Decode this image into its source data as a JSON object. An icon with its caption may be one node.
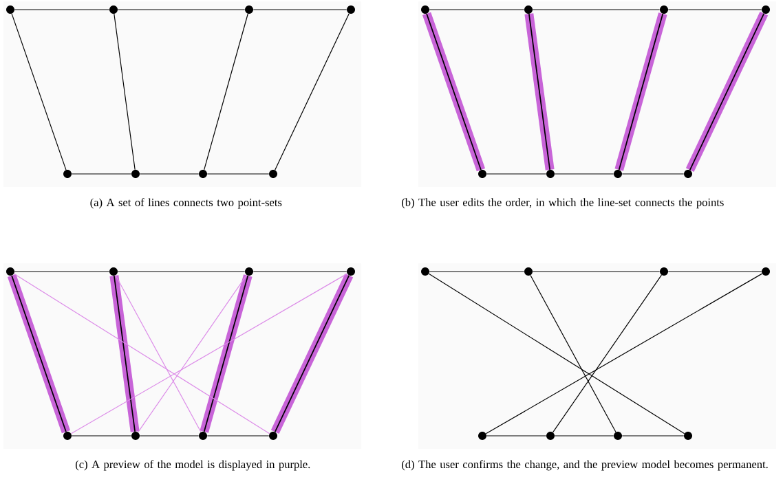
{
  "diagram": {
    "nodes": [
      {
        "text": [],
        "shape": "circle"
      },
      {
        "text": [],
        "shape": "circle"
      },
      {
        "text": [],
        "shape": "circle"
      },
      {
        "text": [],
        "shape": "circle"
      },
      {
        "text": [],
        "shape": "circle"
      },
      {
        "text": [],
        "shape": "circle"
      },
      {
        "text": [],
        "shape": "circle"
      },
      {
        "text": [],
        "shape": "circle"
      },
      {
        "text": [],
        "shape": "circle"
      },
      {
        "text": [],
        "shape": "circle"
      },
      {
        "text": [],
        "shape": "circle"
      },
      {
        "text": [],
        "shape": "circle"
      },
      {
        "text": [],
        "shape": "circle"
      },
      {
        "text": [],
        "shape": "circle"
      },
      {
        "text": [],
        "shape": "circle"
      },
      {
        "text": [],
        "shape": "circle"
      },
      {
        "text": [],
        "shape": "circle"
      },
      {
        "text": [],
        "shape": "circle"
      },
      {
        "text": [],
        "shape": "circle"
      },
      {
        "text": [],
        "shape": "circle"
      },
      {
        "text": [],
        "shape": "circle"
      },
      {
        "text": [],
        "shape": "circle"
      },
      {
        "text": [],
        "shape": "circle"
      },
      {
        "text": [],
        "shape": "circle"
      },
      {
        "text": [],
        "shape": "circle"
      },
      {
        "text": [],
        "shape": "circle"
      },
      {
        "text": [],
        "shape": "circle"
      },
      {
        "text": [],
        "shape": "circle"
      },
      {
        "text": [],
        "shape": "circle"
      },
      {
        "text": [],
        "shape": "circle"
      },
      {
        "text": [],
        "shape": "circle"
      },
      {
        "text": [],
        "shape": "circle"
      }
    ],
    "edges": [
      {
        "from": 0,
        "to": 1,
        "arrow": "none"
      },
      {
        "from": 1,
        "to": 2,
        "arrow": "none"
      },
      {
        "from": 2,
        "to": 3,
        "arrow": "none"
      },
      {
        "from": 4,
        "to": 5,
        "arrow": "none"
      },
      {
        "from": 5,
        "to": 6,
        "arrow": "none"
      },
      {
        "from": 6,
        "to": 7,
        "arrow": "none"
      },
      {
        "from": 0,
        "to": 4,
        "arrow": "none"
      },
      {
        "from": 1,
        "to": 5,
        "arrow": "none"
      },
      {
        "from": 2,
        "to": 6,
        "arrow": "none"
      },
      {
        "from": 3,
        "to": 7,
        "arrow": "none"
      },
      {
        "from": 8,
        "to": 9,
        "arrow": "none"
      },
      {
        "from": 9,
        "to": 10,
        "arrow": "none"
      },
      {
        "from": 10,
        "to": 11,
        "arrow": "none"
      },
      {
        "from": 12,
        "to": 13,
        "arrow": "none"
      },
      {
        "from": 13,
        "to": 14,
        "arrow": "none"
      },
      {
        "from": 14,
        "to": 15,
        "arrow": "none"
      },
      {
        "from": 8,
        "to": 12,
        "arrow": "none",
        "style": "thick",
        "color": "#c864d8"
      },
      {
        "from": 9,
        "to": 13,
        "arrow": "none",
        "style": "thick",
        "color": "#c864d8"
      },
      {
        "from": 10,
        "to": 14,
        "arrow": "none",
        "style": "thick",
        "color": "#c864d8"
      },
      {
        "from": 11,
        "to": 15,
        "arrow": "none",
        "style": "thick",
        "color": "#c864d8"
      },
      {
        "from": 16,
        "to": 17,
        "arrow": "none"
      },
      {
        "from": 17,
        "to": 18,
        "arrow": "none"
      },
      {
        "from": 18,
        "to": 19,
        "arrow": "none"
      },
      {
        "from": 20,
        "to": 21,
        "arrow": "none"
      },
      {
        "from": 21,
        "to": 22,
        "arrow": "none"
      },
      {
        "from": 22,
        "to": 23,
        "arrow": "none"
      },
      {
        "from": 16,
        "to": 20,
        "arrow": "none",
        "style": "thick",
        "color": "#c864d8"
      },
      {
        "from": 17,
        "to": 21,
        "arrow": "none",
        "style": "thick",
        "color": "#c864d8"
      },
      {
        "from": 18,
        "to": 22,
        "arrow": "none",
        "style": "thick",
        "color": "#c864d8"
      },
      {
        "from": 19,
        "to": 23,
        "arrow": "none",
        "style": "thick",
        "color": "#c864d8"
      },
      {
        "from": 16,
        "to": 23,
        "arrow": "none",
        "color": "#dc8ce8"
      },
      {
        "from": 17,
        "to": 22,
        "arrow": "none",
        "color": "#dc8ce8"
      },
      {
        "from": 18,
        "to": 21,
        "arrow": "none",
        "color": "#dc8ce8"
      },
      {
        "from": 19,
        "to": 20,
        "arrow": "none",
        "color": "#dc8ce8"
      },
      {
        "from": 24,
        "to": 25,
        "arrow": "none"
      },
      {
        "from": 25,
        "to": 26,
        "arrow": "none"
      },
      {
        "from": 26,
        "to": 27,
        "arrow": "none"
      },
      {
        "from": 28,
        "to": 29,
        "arrow": "none"
      },
      {
        "from": 29,
        "to": 30,
        "arrow": "none"
      },
      {
        "from": 30,
        "to": 31,
        "arrow": "none"
      },
      {
        "from": 24,
        "to": 31,
        "arrow": "none"
      },
      {
        "from": 25,
        "to": 30,
        "arrow": "none"
      },
      {
        "from": 26,
        "to": 29,
        "arrow": "none"
      },
      {
        "from": 27,
        "to": 28,
        "arrow": "none"
      }
    ],
    "labels": [
      "(a) A set of lines connects two point-sets",
      "(b) The user edits the order, in which the line-set connects the points",
      "(c) A preview of the model is displayed in purple.",
      "(d) The user confirms the change, and the preview model becomes permanent."
    ]
  }
}
